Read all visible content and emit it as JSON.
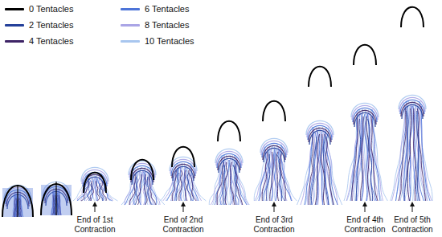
{
  "diagram": {
    "labels": [
      "End of 1st Contraction",
      "End of 2nd Contraction",
      "End of 3rd Contraction",
      "End of 4th Contraction",
      "End of 5th Contraction"
    ],
    "legend": [
      {
        "text": "0 Tentacles",
        "color": "#000000"
      },
      {
        "text": "2 Tentacles",
        "color": "#24409a"
      },
      {
        "text": "4 Tentacles",
        "color": "#3e2466"
      },
      {
        "text": "6 Tentacles",
        "color": "#4d74d8"
      },
      {
        "text": "8 Tentacles",
        "color": "#aaa5e6"
      },
      {
        "text": "10 Tentacles",
        "color": "#a8c6ef"
      }
    ]
  }
}
